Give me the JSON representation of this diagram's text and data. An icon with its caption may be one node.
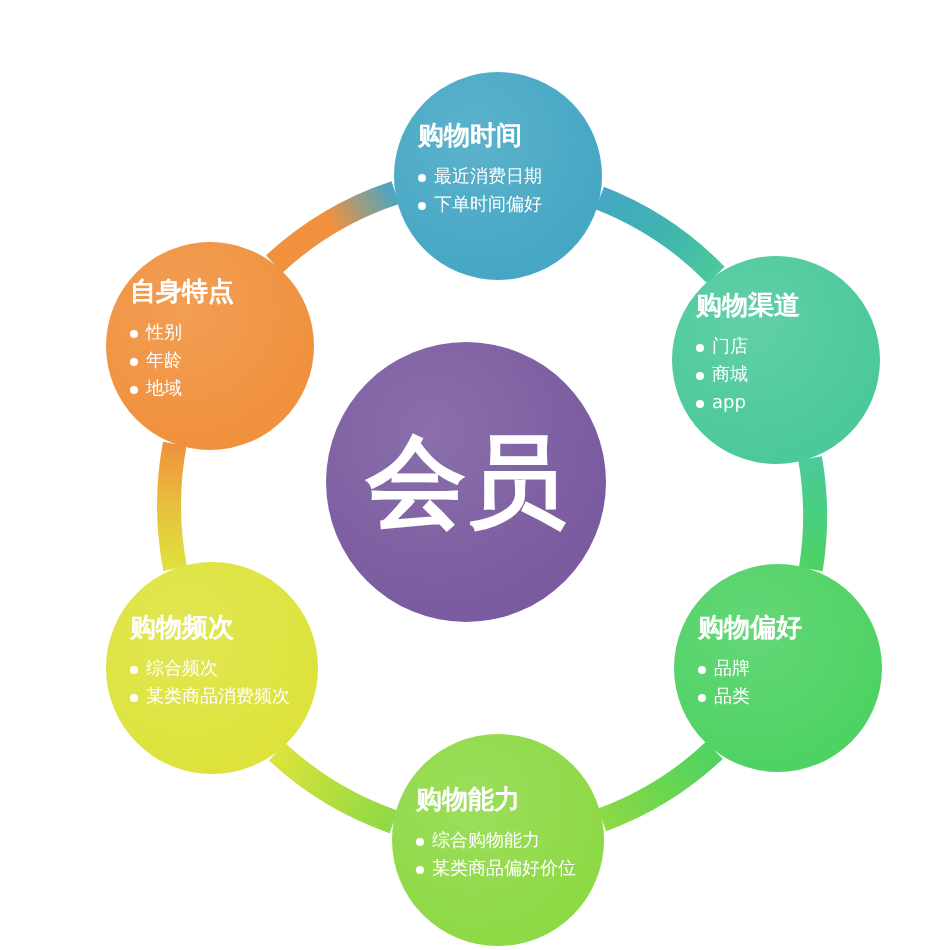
{
  "diagram": {
    "nodes": [
      {
        "text": [
          "购物时间",
          "最近消费日期",
          "下单时间偏好"
        ]
      },
      {
        "text": [
          "自身特点",
          "性别",
          "年龄",
          "地域"
        ]
      },
      {
        "text": [
          "购物渠道",
          "门店",
          "商城",
          "app"
        ]
      },
      {
        "text": [
          "会员"
        ]
      },
      {
        "text": [
          "购物频次",
          "综合频次",
          "某类商品消费频次"
        ]
      },
      {
        "text": [
          "购物偏好",
          "品牌",
          "品类"
        ]
      },
      {
        "text": [
          "购物能力",
          "综合购物能力",
          "某类商品偏好价位"
        ]
      }
    ],
    "edges": [
      {
        "from": 0,
        "to": 2,
        "arrow": "none",
        "style": "thick",
        "color": "#3fb3b0"
      },
      {
        "from": 2,
        "to": 5,
        "arrow": "none",
        "style": "thick",
        "color": "#48cf80"
      },
      {
        "from": 5,
        "to": 6,
        "arrow": "none",
        "style": "thick",
        "color": "#6bd650"
      },
      {
        "from": 6,
        "to": 4,
        "arrow": "none",
        "style": "thick",
        "color": "#b4de3e"
      },
      {
        "from": 4,
        "to": 1,
        "arrow": "none",
        "style": "thick",
        "color": "#e8c03d"
      },
      {
        "from": 1,
        "to": 0,
        "arrow": "none",
        "style": "thick",
        "color": "#f0913e"
      }
    ]
  }
}
